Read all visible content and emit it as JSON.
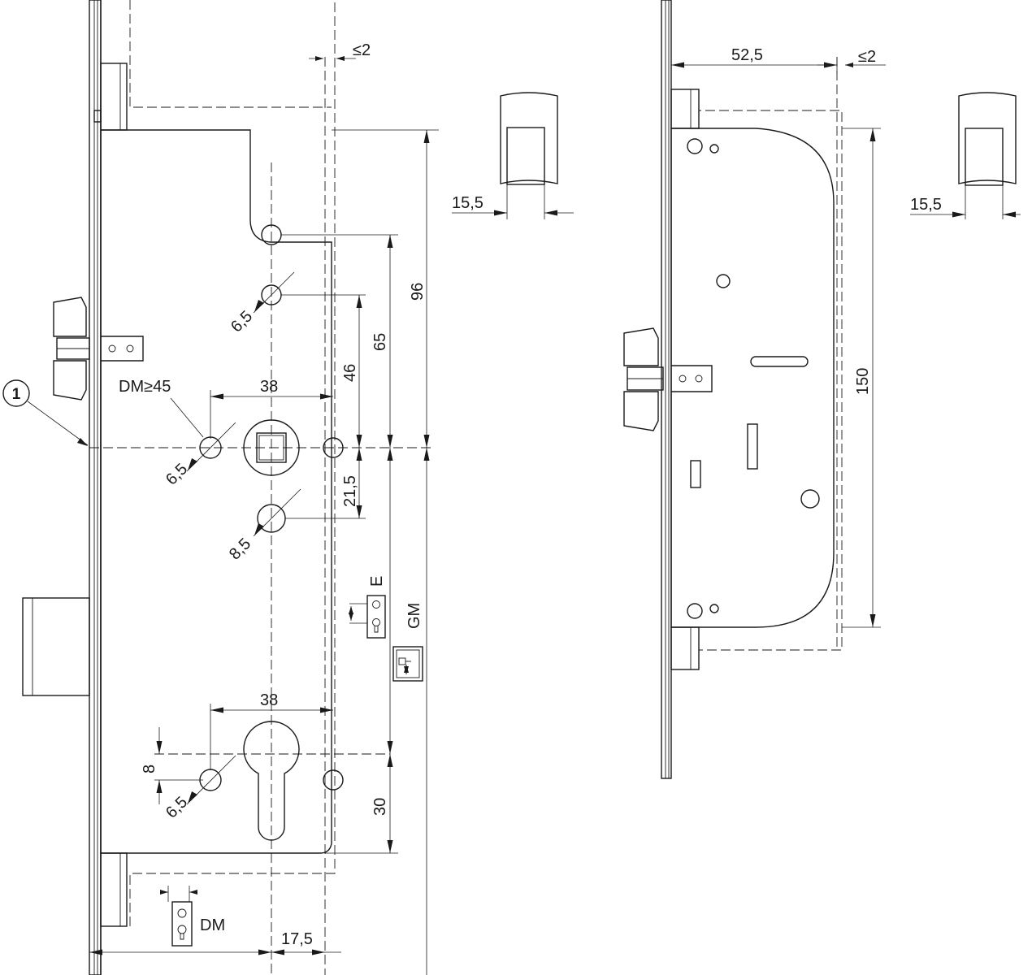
{
  "drawing": {
    "callout_number": "1",
    "left_view": {
      "dims": {
        "backset_top": "38",
        "backset_bottom": "38",
        "spindle_to_top": "96",
        "hole_65": "65",
        "hole_46": "46",
        "hole_21_5": "21,5",
        "cyl_30": "30",
        "cyl_8": "8",
        "edge_17_5": "17,5",
        "hole_6_5_a": "6,5",
        "hole_6_5_b": "6,5",
        "hole_6_5_c": "6,5",
        "hole_8_5": "8,5",
        "gap_le2": "≤2",
        "strike_15_5": "15,5"
      },
      "labels": {
        "dm_min": "DM≥45",
        "dm": "DM",
        "e": "E",
        "gm": "GM"
      }
    },
    "right_view": {
      "dims": {
        "width_52_5": "52,5",
        "gap_le2": "≤2",
        "height_150": "150",
        "strike_15_5": "15,5"
      }
    }
  }
}
